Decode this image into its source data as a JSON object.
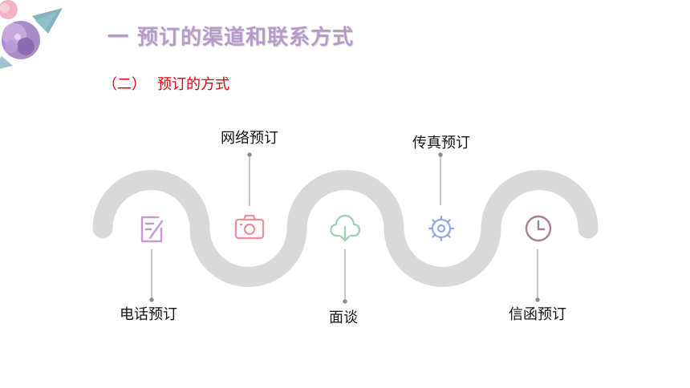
{
  "title": "一 预订的渠道和联系方式",
  "subtitle": {
    "number": "（二）",
    "text": "预订的方式"
  },
  "methods": [
    {
      "label": "电话预订",
      "icon": "edit-icon",
      "color": "#c39bd0"
    },
    {
      "label": "网络预订",
      "icon": "camera-icon",
      "color": "#ee8d9b"
    },
    {
      "label": "面谈",
      "icon": "cloud-download-icon",
      "color": "#9ccfb4"
    },
    {
      "label": "传真预订",
      "icon": "gear-icon",
      "color": "#8fa9e0"
    },
    {
      "label": "信函预订",
      "icon": "clock-icon",
      "color": "#a77e94"
    }
  ],
  "colors": {
    "title": "#b69bc8",
    "subtitle": "#e8000b",
    "wave": "#d9d9d9",
    "connector": "#8c8c8c"
  }
}
